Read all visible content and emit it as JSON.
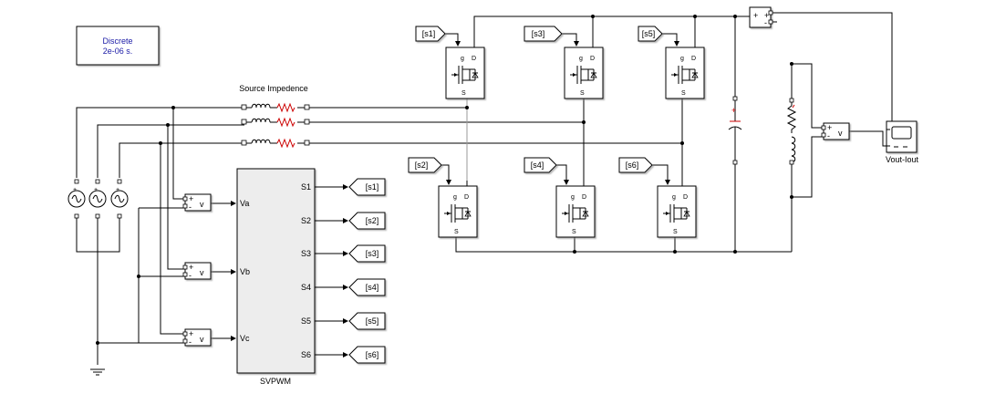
{
  "solver": {
    "line1": "Discrete",
    "line2": "2e-06 s."
  },
  "source_impedance_label": "Source Impedence",
  "svpwm": {
    "name": "SVPWM",
    "inputs": [
      "Va",
      "Vb",
      "Vc"
    ],
    "outputs": [
      "S1",
      "S2",
      "S3",
      "S4",
      "S5",
      "S6"
    ]
  },
  "goto_tags": [
    "[s1]",
    "[s2]",
    "[s3]",
    "[s4]",
    "[s5]",
    "[s6]"
  ],
  "from_tags": {
    "upper": [
      "[s1]",
      "[s3]",
      "[s5]"
    ],
    "lower": [
      "[s2]",
      "[s4]",
      "[s6]"
    ]
  },
  "vmeas": {
    "plus": "+",
    "minus": "-",
    "v": "v"
  },
  "mosfet_ports": {
    "g": "g",
    "d": "D",
    "s": "S"
  },
  "scope_label": "Vout-Iout",
  "colors": {
    "wire": "#000000",
    "signal_wire": "#9a9a9a",
    "solver_text": "#1a1aa6",
    "resistor": "#cc0000"
  }
}
